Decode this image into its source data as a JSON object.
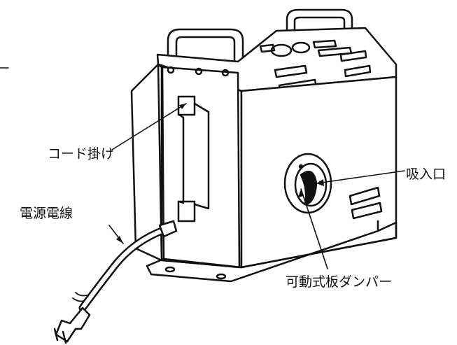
{
  "labels": {
    "cord_hook": "コード掛け",
    "power_cord": "電源電線",
    "intake": "吸入口",
    "damper": "可動式板ダンパー"
  }
}
